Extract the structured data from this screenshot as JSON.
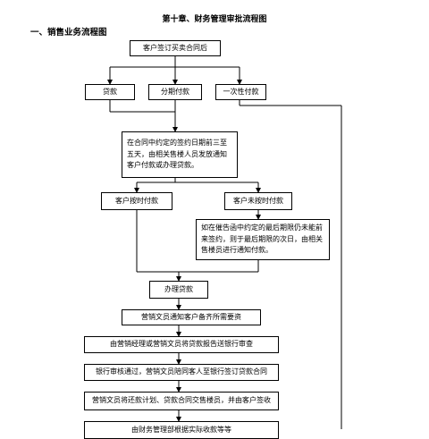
{
  "page_title": "第十章、财务管理审批流程图",
  "section_title": "一、销售业务流程图",
  "nodes": {
    "customer_contract": "客户签订买卖合同后",
    "loan": "贷款",
    "installment": "分期付款",
    "lump_sum": "一次性付款",
    "notify": "在合同中约定的签约日期前三至五天，由相关售楼人员发放通知客户付款或办理贷款。",
    "on_time": "客户按时付款",
    "not_on_time": "客户未按时付款",
    "reminder": "如在催告函中约定的最后期限仍未能前来签约，则于最后期限的次日，由相关售楼员进行通知付款。",
    "process_loan": "办理贷款",
    "prepare_docs": "营销文员通知客户备齐所需要资",
    "bank_review": "由营销经理或营销文员将贷款报告送银行审查",
    "bank_sign": "银行审核通过，营销文员陪同客人至银行签订贷款合同",
    "repayment": "营销文员将还款计划、贷款合同交售楼员，并由客户签收",
    "bottom_partial": "由财务管理部根据实际收款等等"
  }
}
